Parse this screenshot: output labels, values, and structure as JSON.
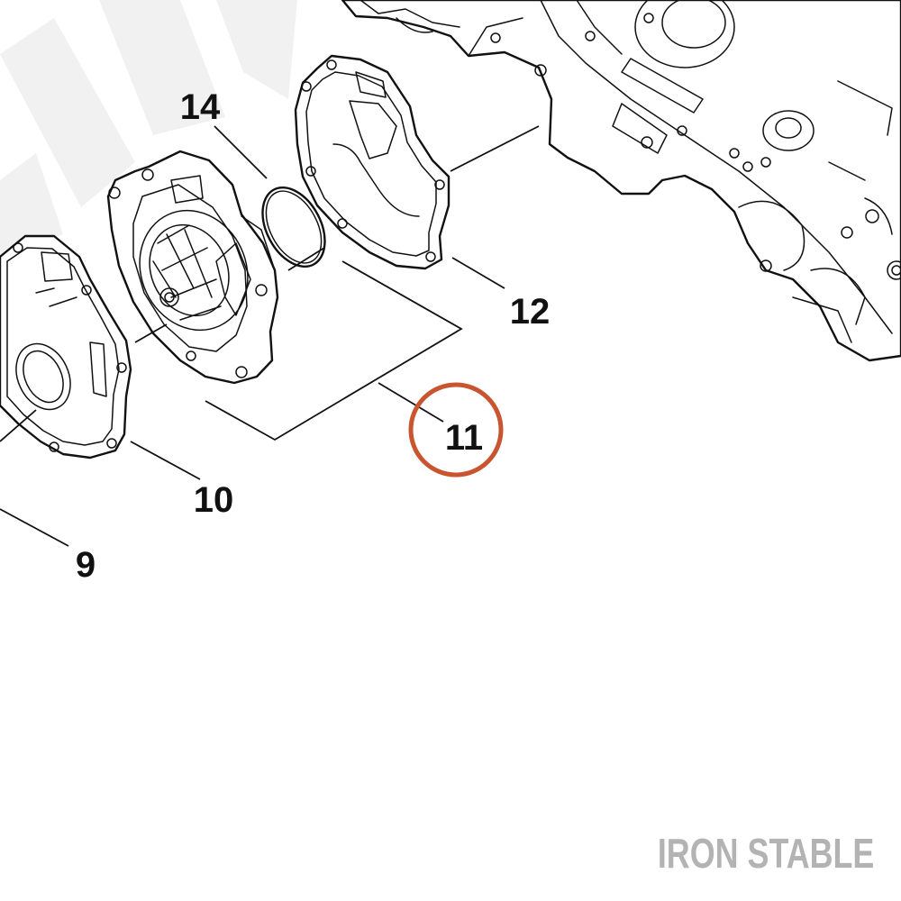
{
  "callouts": {
    "c9": "9",
    "c10": "10",
    "c11": "11",
    "c12": "12",
    "c14": "14"
  },
  "highlighted_callout": "11",
  "colors": {
    "highlight_ring": "#c8552f",
    "line_art": "#111111",
    "watermark": "#b3b3b3",
    "faint_watermark": "#f1f1f1"
  },
  "watermark": {
    "text": "IRON STABLE"
  }
}
